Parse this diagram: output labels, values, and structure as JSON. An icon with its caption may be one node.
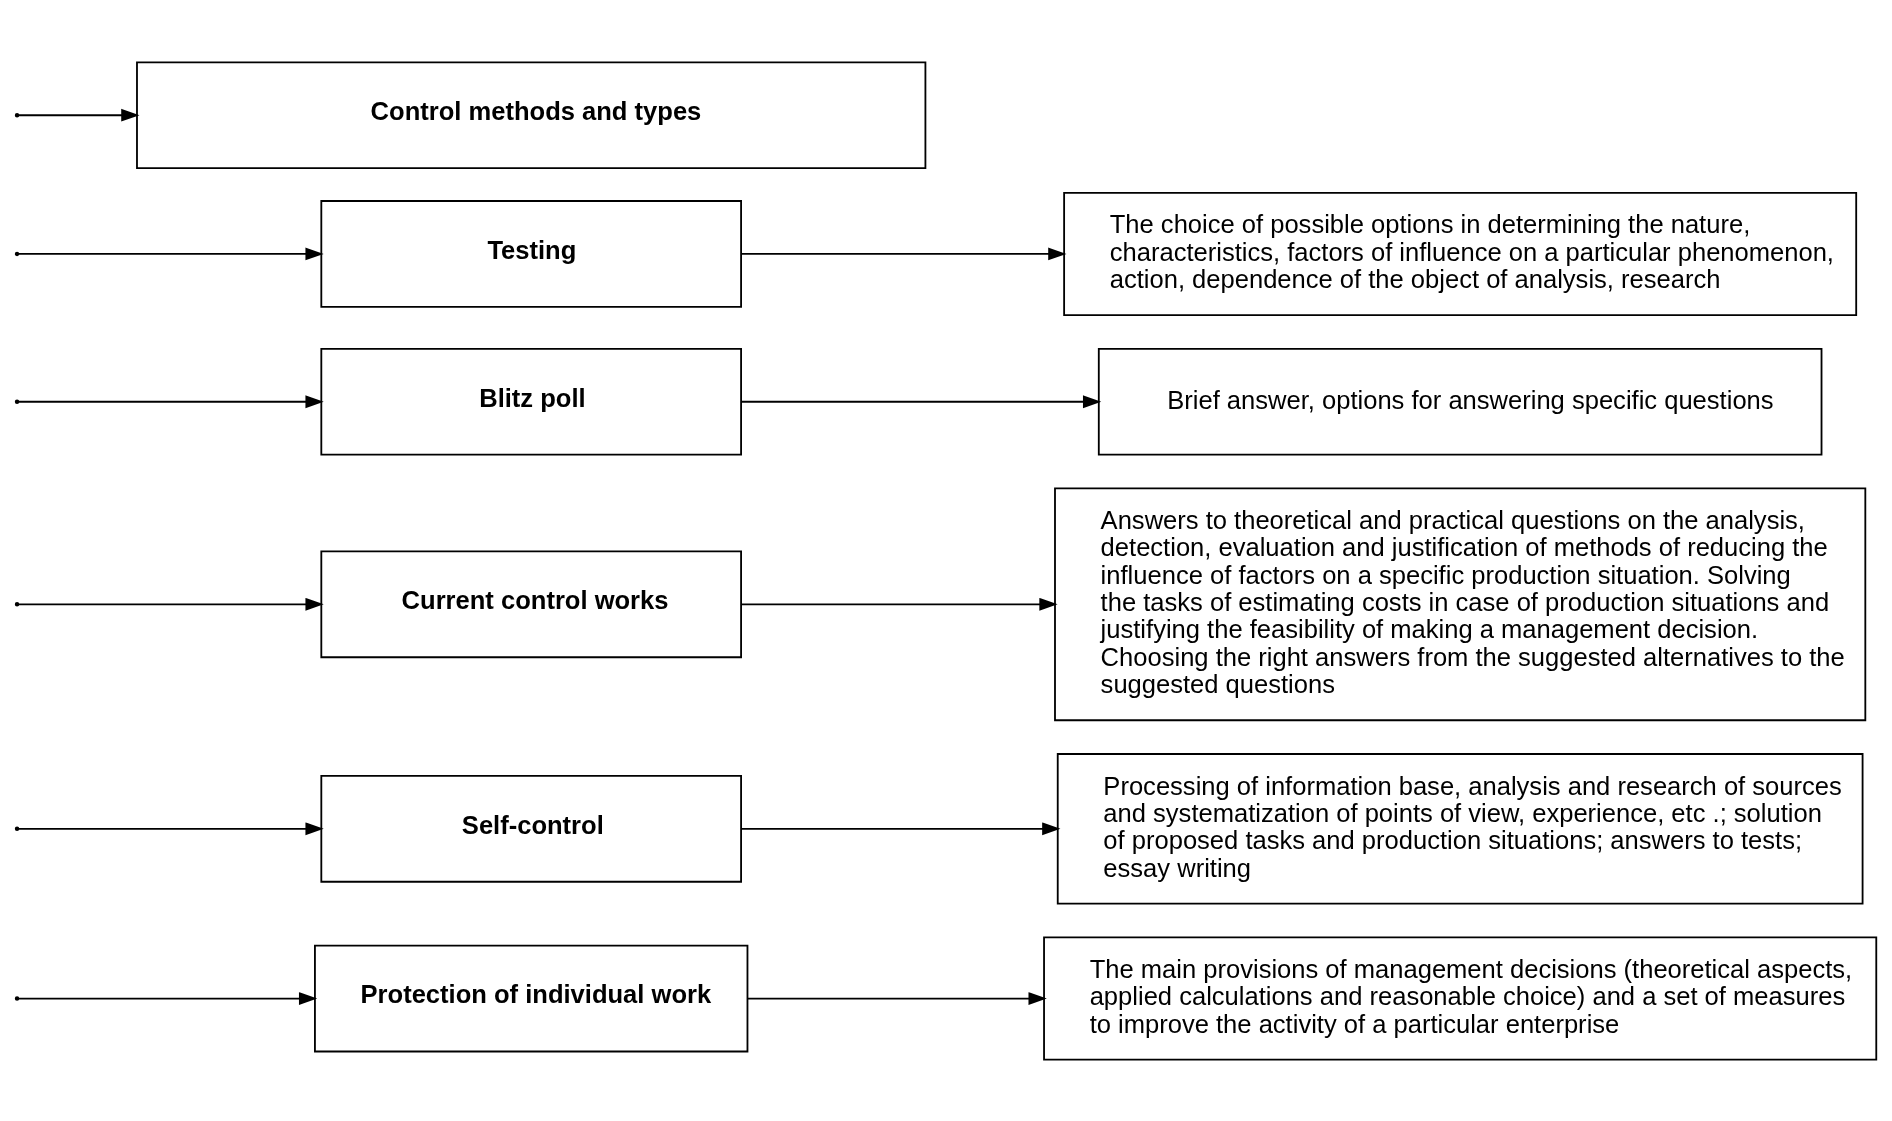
{
  "diagram": {
    "nodes": [
      {
        "text": [
          "Control methods and types"
        ]
      },
      {
        "text": [
          "Testing"
        ]
      },
      {
        "text": [
          "The choice of possible options in determining the nature, characteristics, factors of influence on a particular phenomenon, action, dependence of the object of analysis, research"
        ]
      },
      {
        "text": [
          "Blitz poll"
        ]
      },
      {
        "text": [
          "Brief answer, options for answering specific questions"
        ]
      },
      {
        "text": [
          "Current control works"
        ]
      },
      {
        "text": [
          "Answers to theoretical and practical questions on the analysis, detection, evaluation and justification of methods of reducing the influence of factors on a specific production situation. Solving the tasks of estimating costs in case of production situations and justifying the feasibility of making a management decision. Choosing the right answers from the suggested alternatives to the suggested questions"
        ]
      },
      {
        "text": [
          "Self-control"
        ]
      },
      {
        "text": [
          "Processing of information base, analysis and research of sources and systematization of points of view, experience, etc .; solution of proposed tasks and production situations; answers to tests; essay writing"
        ]
      },
      {
        "text": [
          "Protection of individual work"
        ]
      },
      {
        "text": [
          "The main provisions of management decisions (theoretical aspects, applied calculations and reasonable choice) and a set of measures to improve the activity of a particular enterprise"
        ]
      }
    ],
    "edges": [
      {
        "from": null,
        "to": 0,
        "arrow": "to"
      },
      {
        "from": null,
        "to": 1,
        "arrow": "to"
      },
      {
        "from": null,
        "to": 3,
        "arrow": "to"
      },
      {
        "from": null,
        "to": 5,
        "arrow": "to"
      },
      {
        "from": null,
        "to": 7,
        "arrow": "to"
      },
      {
        "from": null,
        "to": 9,
        "arrow": "to"
      },
      {
        "from": 1,
        "to": 2,
        "arrow": "to"
      },
      {
        "from": 3,
        "to": 4,
        "arrow": "to"
      },
      {
        "from": 5,
        "to": 6,
        "arrow": "to"
      },
      {
        "from": 7,
        "to": 8,
        "arrow": "to"
      },
      {
        "from": 9,
        "to": 10,
        "arrow": "to"
      }
    ]
  }
}
